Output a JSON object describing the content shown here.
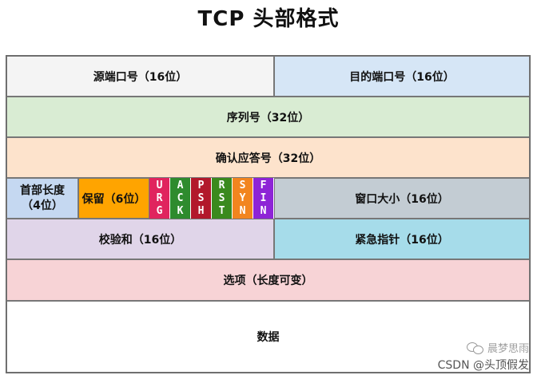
{
  "title": "TCP 头部格式",
  "rows": {
    "row1": {
      "src_port": "源端口号（16位）",
      "dst_port": "目的端口号（16位）"
    },
    "row2": {
      "seq": "序列号（32位）"
    },
    "row3": {
      "ack": "确认应答号（32位）"
    },
    "row4": {
      "header_len_line1": "首部长度",
      "header_len_line2": "（4位）",
      "reserved": "保留（6位）",
      "flags": [
        {
          "name": "URG",
          "letters": [
            "U",
            "R",
            "G"
          ],
          "color": "#e0245e"
        },
        {
          "name": "ACK",
          "letters": [
            "A",
            "C",
            "K"
          ],
          "color": "#2e8b2e"
        },
        {
          "name": "PSH",
          "letters": [
            "P",
            "S",
            "H"
          ],
          "color": "#b2182b"
        },
        {
          "name": "RST",
          "letters": [
            "R",
            "S",
            "T"
          ],
          "color": "#3a8a1e"
        },
        {
          "name": "SYN",
          "letters": [
            "S",
            "Y",
            "N"
          ],
          "color": "#f2851f"
        },
        {
          "name": "FIN",
          "letters": [
            "F",
            "I",
            "N"
          ],
          "color": "#8e24d6"
        }
      ],
      "window": "窗口大小（16位）"
    },
    "row5": {
      "checksum": "校验和（16位）",
      "urgent": "紧急指针（16位）"
    },
    "row6": {
      "options": "选项（长度可变）"
    },
    "row7": {
      "data": "数据"
    }
  },
  "colors": {
    "src_port": "#f4f4f4",
    "dst_port": "#d6e6f6",
    "seq": "#d9ecd3",
    "ack": "#fde3cc",
    "header_len": "#c5d8f1",
    "reserved": "#ffa400",
    "window": "#c3ccd3",
    "checksum": "#e0d5e9",
    "urgent": "#a6dcea",
    "options": "#f7d3d6",
    "data": "#ffffff"
  },
  "watermark": {
    "brand": "晨梦思雨",
    "csdn": "CSDN @头顶假发"
  }
}
